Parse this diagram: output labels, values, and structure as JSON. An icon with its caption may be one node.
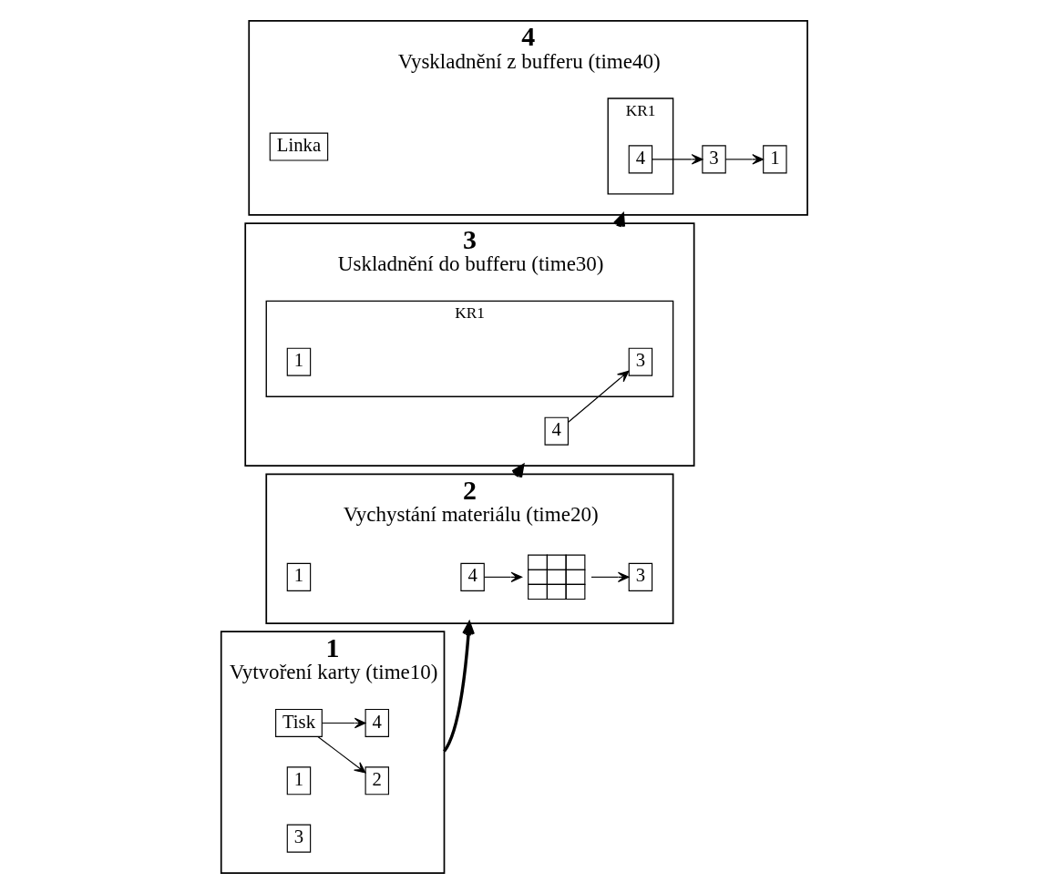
{
  "diagram": {
    "nodes": [
      {
        "text": [
          "Vytvoření karty (time10)"
        ],
        "beside": [
          "1"
        ]
      },
      {
        "text": [
          "2"
        ],
        "in": 0
      },
      {
        "text": [
          "Tisk"
        ],
        "in": 0
      },
      {
        "text": [
          "1"
        ],
        "in": 0
      },
      {
        "text": [
          "3"
        ],
        "in": 0
      },
      {
        "text": [
          "4"
        ],
        "in": 0
      },
      {
        "text": [
          "Vychystání materiálu (time20)"
        ],
        "beside": [
          "2"
        ]
      },
      {
        "text": [
          "4"
        ],
        "in": 6
      },
      {
        "text": [],
        "shape": "grid",
        "in": 6
      },
      {
        "text": [
          "1"
        ],
        "in": 6
      },
      {
        "text": [
          "3"
        ],
        "in": 6
      },
      {
        "text": [
          "Uskladnění do bufferu (time30)"
        ],
        "beside": [
          "3"
        ]
      },
      {
        "text": [
          "4"
        ],
        "in": 11
      },
      {
        "text": [
          "KR1"
        ],
        "in": 11
      },
      {
        "text": [
          "3"
        ],
        "in": 13
      },
      {
        "text": [
          "1"
        ],
        "in": 13
      },
      {
        "text": [
          "Vyskladnění z bufferu (time40)"
        ],
        "beside": [
          "4"
        ]
      },
      {
        "text": [
          "KR1"
        ],
        "in": 16
      },
      {
        "text": [
          "4"
        ],
        "in": 17
      },
      {
        "text": [
          "3"
        ],
        "in": 16
      },
      {
        "text": [
          "Linka"
        ],
        "in": 16
      },
      {
        "text": [
          "1"
        ],
        "in": 16
      }
    ],
    "edges": [
      {
        "from": 0,
        "to": 6,
        "arrow": "to",
        "style": "thick"
      },
      {
        "from": 6,
        "to": 11,
        "arrow": "to",
        "style": "thick"
      },
      {
        "from": 11,
        "to": 16,
        "arrow": "to",
        "style": "thick"
      },
      {
        "from": 2,
        "to": 1,
        "arrow": "to"
      },
      {
        "from": 2,
        "to": 5,
        "arrow": "to"
      },
      {
        "from": 7,
        "to": 8,
        "arrow": "to"
      },
      {
        "from": 8,
        "to": 10,
        "arrow": "to"
      },
      {
        "from": 12,
        "to": 14,
        "arrow": "to"
      },
      {
        "from": 18,
        "to": 19,
        "arrow": "to"
      },
      {
        "from": 19,
        "to": 21,
        "arrow": "to"
      }
    ]
  }
}
